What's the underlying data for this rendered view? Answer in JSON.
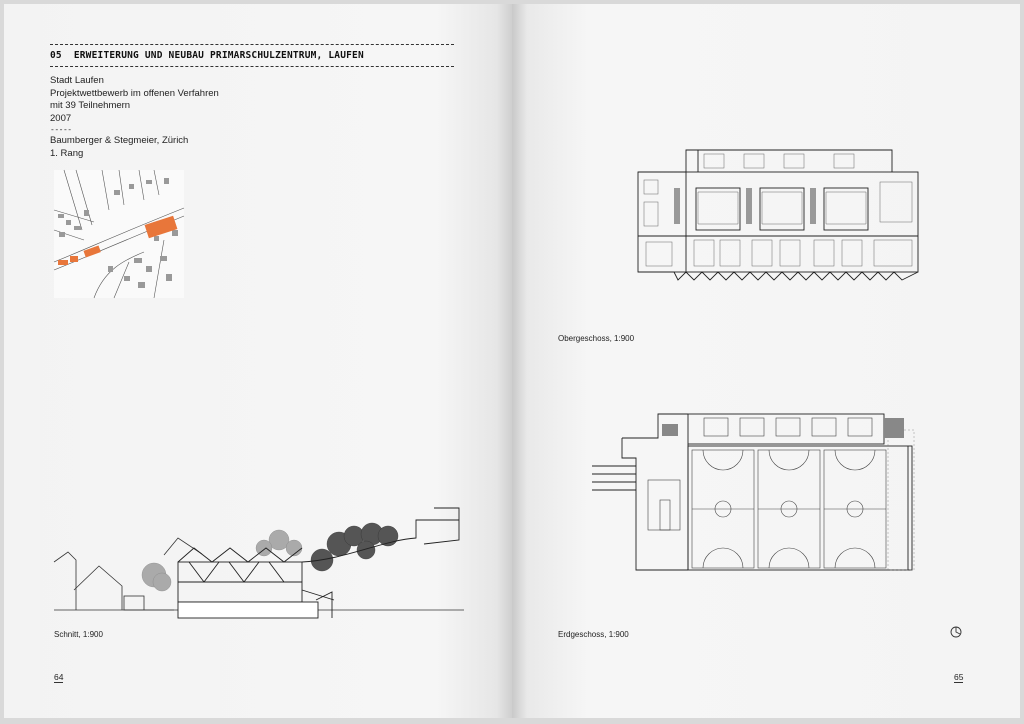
{
  "left_page": {
    "heading_number": "05",
    "heading_title": "ERWEITERUNG UND NEUBAU PRIMARSCHULZENTRUM, LAUFEN",
    "info_lines": [
      "Stadt Laufen",
      "Projektwettbewerb im offenen Verfahren",
      "mit 39 Teilnehmern",
      "2007"
    ],
    "separator": "-----",
    "architect": "Baumberger & Stegmeier, Zürich",
    "rank": "1. Rang",
    "section_caption": "Schnitt, 1:900",
    "page_number": "64"
  },
  "right_page": {
    "upper_plan_caption": "Obergeschoss, 1:900",
    "lower_plan_caption": "Erdgeschoss, 1:900",
    "page_number": "65",
    "north_arrow_icon": "north-arrow-icon"
  },
  "colors": {
    "paper": "#f4f4f4",
    "line": "#333333",
    "highlight_orange": "#e8763a"
  }
}
